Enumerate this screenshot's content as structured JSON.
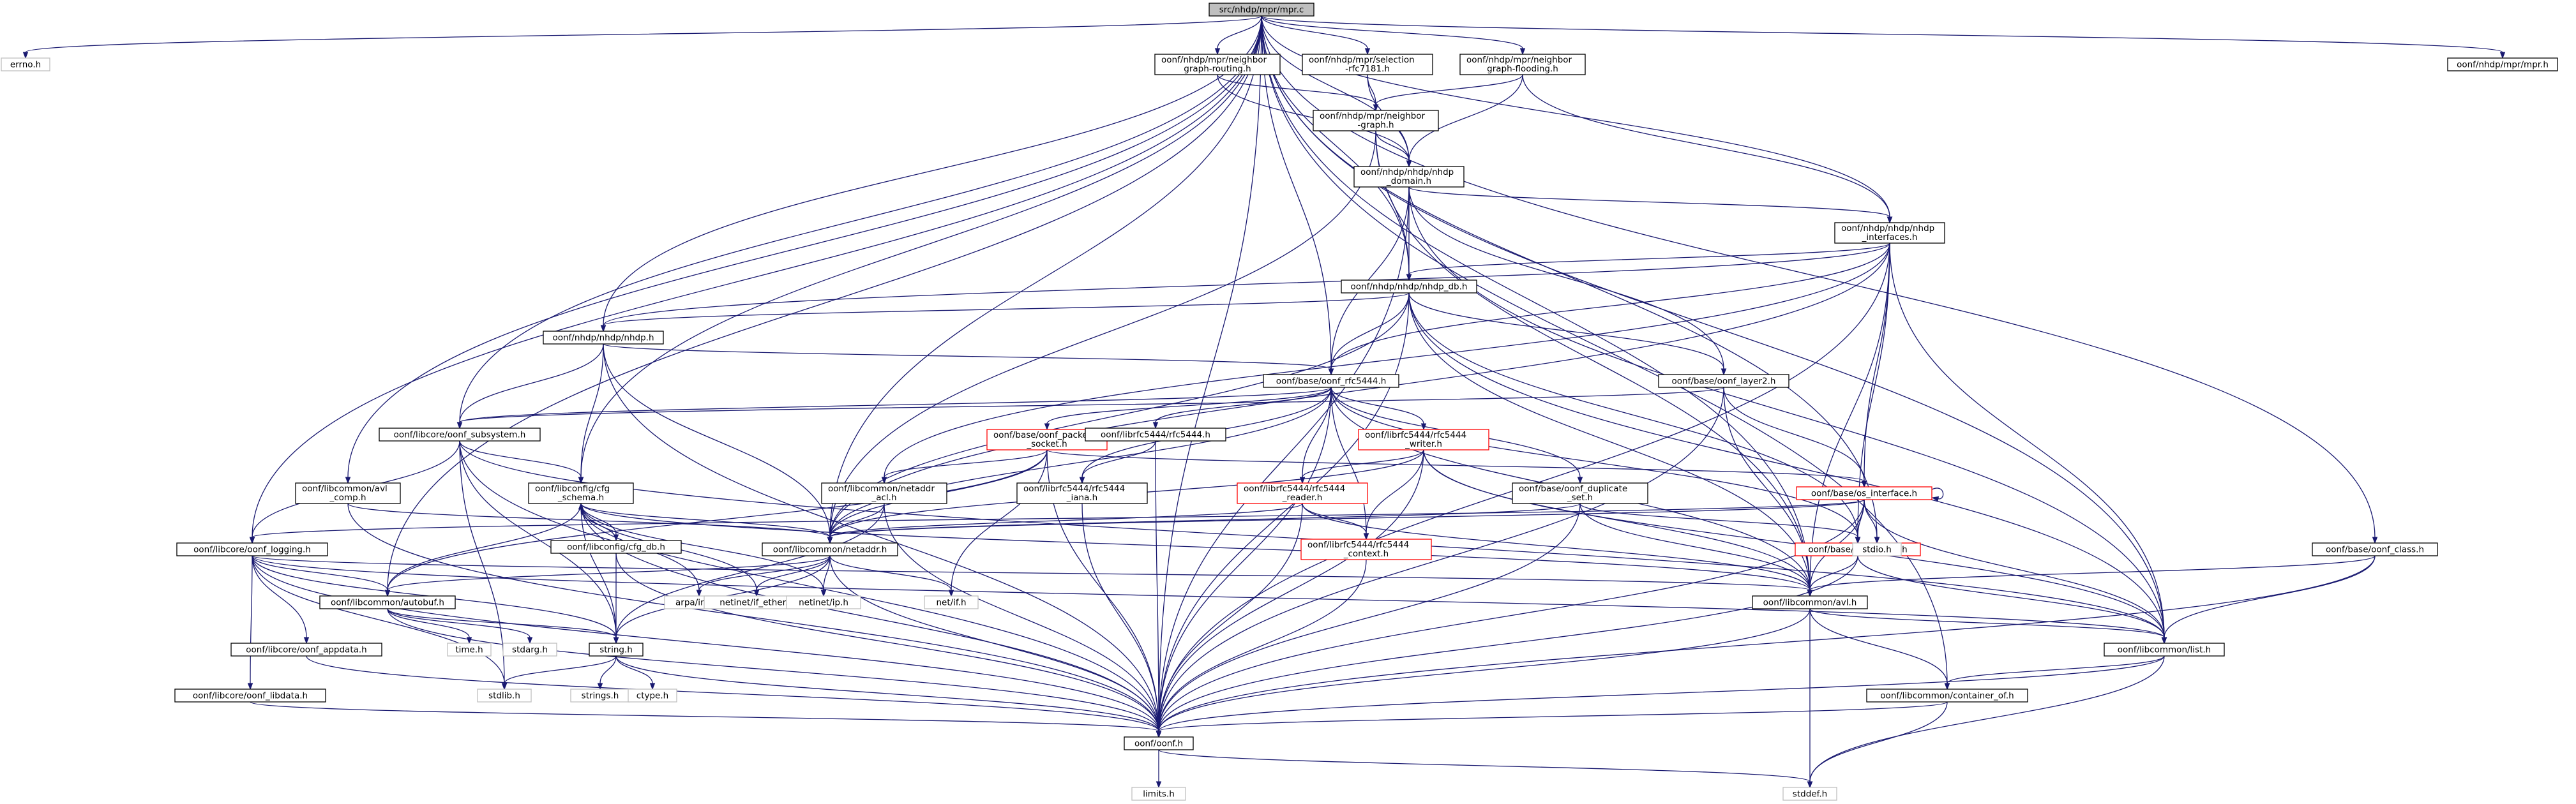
{
  "colors": {
    "edge": "#191970",
    "box_border": "#000000",
    "box_fill": "#ffffff",
    "root_fill": "#bfbfbf",
    "incomplete_border": "#ff0000",
    "system_border": "#bfbfbf"
  },
  "nodes": [
    {
      "id": "mpr_c",
      "label": [
        "src/nhdp/mpr/mpr.c"
      ],
      "kind": "root"
    },
    {
      "id": "errno",
      "label": [
        "errno.h"
      ],
      "kind": "system"
    },
    {
      "id": "nb_routing",
      "label": [
        "oonf/nhdp/mpr/neighbor",
        "graph-routing.h"
      ],
      "kind": "normal"
    },
    {
      "id": "sel_rfc",
      "label": [
        "oonf/nhdp/mpr/selection",
        "-rfc7181.h"
      ],
      "kind": "normal"
    },
    {
      "id": "nb_flooding",
      "label": [
        "oonf/nhdp/mpr/neighbor",
        "graph-flooding.h"
      ],
      "kind": "normal"
    },
    {
      "id": "mpr_h",
      "label": [
        "oonf/nhdp/mpr/mpr.h"
      ],
      "kind": "normal"
    },
    {
      "id": "nb_graph",
      "label": [
        "oonf/nhdp/mpr/neighbor",
        "-graph.h"
      ],
      "kind": "normal"
    },
    {
      "id": "nhdp_domain",
      "label": [
        "oonf/nhdp/nhdp/nhdp",
        "_domain.h"
      ],
      "kind": "normal"
    },
    {
      "id": "nhdp_interfaces",
      "label": [
        "oonf/nhdp/nhdp/nhdp",
        "_interfaces.h"
      ],
      "kind": "normal"
    },
    {
      "id": "nhdp_db",
      "label": [
        "oonf/nhdp/nhdp/nhdp_db.h"
      ],
      "kind": "normal"
    },
    {
      "id": "nhdp_h",
      "label": [
        "oonf/nhdp/nhdp/nhdp.h"
      ],
      "kind": "normal"
    },
    {
      "id": "conf_rfc5444",
      "label": [
        "oonf/base/oonf_rfc5444.h"
      ],
      "kind": "normal"
    },
    {
      "id": "conf_layer2",
      "label": [
        "oonf/base/oonf_layer2.h"
      ],
      "kind": "normal"
    },
    {
      "id": "conf_subsystem",
      "label": [
        "oonf/libcore/oonf_subsystem.h"
      ],
      "kind": "normal"
    },
    {
      "id": "conf_packet",
      "label": [
        "oonf/base/oonf_packet",
        "_socket.h"
      ],
      "kind": "incomplete"
    },
    {
      "id": "rfc5444_h",
      "label": [
        "oonf/librfc5444/rfc5444.h"
      ],
      "kind": "normal"
    },
    {
      "id": "rfc5444_writer",
      "label": [
        "oonf/librfc5444/rfc5444",
        "_writer.h"
      ],
      "kind": "incomplete"
    },
    {
      "id": "avl_comp",
      "label": [
        "oonf/libcommon/avl",
        "_comp.h"
      ],
      "kind": "normal"
    },
    {
      "id": "cfg_schema",
      "label": [
        "oonf/libconfig/cfg",
        "_schema.h"
      ],
      "kind": "normal"
    },
    {
      "id": "netaddr_acl",
      "label": [
        "oonf/libcommon/netaddr",
        "_acl.h"
      ],
      "kind": "normal"
    },
    {
      "id": "rfc5444_iana",
      "label": [
        "oonf/librfc5444/rfc5444",
        "_iana.h"
      ],
      "kind": "normal"
    },
    {
      "id": "rfc5444_reader",
      "label": [
        "oonf/librfc5444/rfc5444",
        "_reader.h"
      ],
      "kind": "incomplete"
    },
    {
      "id": "conf_duplicate",
      "label": [
        "oonf/base/oonf_duplicate",
        "_set.h"
      ],
      "kind": "normal"
    },
    {
      "id": "os_interface",
      "label": [
        "oonf/base/os_interface.h"
      ],
      "kind": "incomplete"
    },
    {
      "id": "cfg_db",
      "label": [
        "oonf/libconfig/cfg_db.h"
      ],
      "kind": "normal"
    },
    {
      "id": "conf_logging",
      "label": [
        "oonf/libcore/oonf_logging.h"
      ],
      "kind": "normal"
    },
    {
      "id": "netaddr_h",
      "label": [
        "oonf/libcommon/netaddr.h"
      ],
      "kind": "normal"
    },
    {
      "id": "rfc5444_context",
      "label": [
        "oonf/librfc5444/rfc5444",
        "_context.h"
      ],
      "kind": "incomplete"
    },
    {
      "id": "conf_timer",
      "label": [
        "oonf/base/oonf_timer.h"
      ],
      "kind": "incomplete"
    },
    {
      "id": "stdio",
      "label": [
        "stdio.h"
      ],
      "kind": "system"
    },
    {
      "id": "conf_class",
      "label": [
        "oonf/base/oonf_class.h"
      ],
      "kind": "normal"
    },
    {
      "id": "autobuf",
      "label": [
        "oonf/libcommon/autobuf.h"
      ],
      "kind": "normal"
    },
    {
      "id": "arpa_inet",
      "label": [
        "arpa/inet.h"
      ],
      "kind": "system"
    },
    {
      "id": "net_ether",
      "label": [
        "netinet/if_ether.h"
      ],
      "kind": "system"
    },
    {
      "id": "net_ip",
      "label": [
        "netinet/ip.h"
      ],
      "kind": "system"
    },
    {
      "id": "net_if",
      "label": [
        "net/if.h"
      ],
      "kind": "system"
    },
    {
      "id": "avl_h",
      "label": [
        "oonf/libcommon/avl.h"
      ],
      "kind": "normal"
    },
    {
      "id": "appdata",
      "label": [
        "oonf/libcore/oonf_appdata.h"
      ],
      "kind": "normal"
    },
    {
      "id": "time_h",
      "label": [
        "time.h"
      ],
      "kind": "system"
    },
    {
      "id": "stdarg",
      "label": [
        "stdarg.h"
      ],
      "kind": "system"
    },
    {
      "id": "string_h",
      "label": [
        "string.h"
      ],
      "kind": "normal"
    },
    {
      "id": "list_h",
      "label": [
        "oonf/libcommon/list.h"
      ],
      "kind": "normal"
    },
    {
      "id": "libdata",
      "label": [
        "oonf/libcore/oonf_libdata.h"
      ],
      "kind": "normal"
    },
    {
      "id": "stdlib",
      "label": [
        "stdlib.h"
      ],
      "kind": "system"
    },
    {
      "id": "strings_h",
      "label": [
        "strings.h"
      ],
      "kind": "system"
    },
    {
      "id": "ctype_h",
      "label": [
        "ctype.h"
      ],
      "kind": "system"
    },
    {
      "id": "container_of",
      "label": [
        "oonf/libcommon/container_of.h"
      ],
      "kind": "normal"
    },
    {
      "id": "oonf_h",
      "label": [
        "oonf/oonf.h"
      ],
      "kind": "normal"
    },
    {
      "id": "limits_h",
      "label": [
        "limits.h"
      ],
      "kind": "system"
    },
    {
      "id": "stddef_h",
      "label": [
        "stddef.h"
      ],
      "kind": "system"
    }
  ],
  "edges": [
    [
      "mpr_c",
      "errno"
    ],
    [
      "mpr_c",
      "nb_routing"
    ],
    [
      "mpr_c",
      "sel_rfc"
    ],
    [
      "mpr_c",
      "nb_flooding"
    ],
    [
      "mpr_c",
      "mpr_h"
    ],
    [
      "mpr_c",
      "nhdp_domain"
    ],
    [
      "mpr_c",
      "nhdp_interfaces"
    ],
    [
      "mpr_c",
      "nhdp_db"
    ],
    [
      "mpr_c",
      "nhdp_h"
    ],
    [
      "mpr_c",
      "conf_rfc5444"
    ],
    [
      "mpr_c",
      "conf_subsystem"
    ],
    [
      "mpr_c",
      "avl_comp"
    ],
    [
      "mpr_c",
      "cfg_schema"
    ],
    [
      "mpr_c",
      "conf_logging"
    ],
    [
      "mpr_c",
      "netaddr_h"
    ],
    [
      "mpr_c",
      "autobuf"
    ],
    [
      "mpr_c",
      "avl_h"
    ],
    [
      "mpr_c",
      "list_h"
    ],
    [
      "mpr_c",
      "container_of"
    ],
    [
      "mpr_c",
      "oonf_h"
    ],
    [
      "mpr_c",
      "conf_class"
    ],
    [
      "mpr_c",
      "stdio"
    ],
    [
      "nb_routing",
      "nb_graph"
    ],
    [
      "nb_routing",
      "nhdp_domain"
    ],
    [
      "sel_rfc",
      "nb_graph"
    ],
    [
      "sel_rfc",
      "nhdp_domain"
    ],
    [
      "nb_flooding",
      "nb_graph"
    ],
    [
      "nb_flooding",
      "nhdp_domain"
    ],
    [
      "nb_flooding",
      "nhdp_interfaces"
    ],
    [
      "nb_graph",
      "nhdp_domain"
    ],
    [
      "nb_graph",
      "nhdp_db"
    ],
    [
      "nb_graph",
      "netaddr_h"
    ],
    [
      "nb_graph",
      "avl_h"
    ],
    [
      "nhdp_domain",
      "nhdp_interfaces"
    ],
    [
      "nhdp_domain",
      "nhdp_db"
    ],
    [
      "nhdp_domain",
      "conf_rfc5444"
    ],
    [
      "nhdp_domain",
      "conf_layer2"
    ],
    [
      "nhdp_domain",
      "oonf_h"
    ],
    [
      "nhdp_domain",
      "list_h"
    ],
    [
      "nhdp_interfaces",
      "nhdp_db"
    ],
    [
      "nhdp_interfaces",
      "conf_rfc5444"
    ],
    [
      "nhdp_interfaces",
      "os_interface"
    ],
    [
      "nhdp_interfaces",
      "netaddr_acl"
    ],
    [
      "nhdp_interfaces",
      "netaddr_h"
    ],
    [
      "nhdp_interfaces",
      "conf_timer"
    ],
    [
      "nhdp_interfaces",
      "avl_h"
    ],
    [
      "nhdp_interfaces",
      "list_h"
    ],
    [
      "nhdp_interfaces",
      "oonf_h"
    ],
    [
      "nhdp_interfaces",
      "nhdp_h"
    ],
    [
      "nhdp_db",
      "nhdp_h"
    ],
    [
      "nhdp_db",
      "conf_rfc5444"
    ],
    [
      "nhdp_db",
      "conf_layer2"
    ],
    [
      "nhdp_db",
      "netaddr_h"
    ],
    [
      "nhdp_db",
      "conf_timer"
    ],
    [
      "nhdp_db",
      "avl_h"
    ],
    [
      "nhdp_db",
      "list_h"
    ],
    [
      "nhdp_db",
      "oonf_h"
    ],
    [
      "nhdp_h",
      "conf_rfc5444"
    ],
    [
      "nhdp_h",
      "conf_subsystem"
    ],
    [
      "nhdp_h",
      "cfg_schema"
    ],
    [
      "nhdp_h",
      "netaddr_h"
    ],
    [
      "nhdp_h",
      "oonf_h"
    ],
    [
      "conf_rfc5444",
      "conf_packet"
    ],
    [
      "conf_rfc5444",
      "rfc5444_h"
    ],
    [
      "conf_rfc5444",
      "rfc5444_writer"
    ],
    [
      "conf_rfc5444",
      "rfc5444_iana"
    ],
    [
      "conf_rfc5444",
      "rfc5444_reader"
    ],
    [
      "conf_rfc5444",
      "rfc5444_context"
    ],
    [
      "conf_rfc5444",
      "conf_duplicate"
    ],
    [
      "conf_rfc5444",
      "conf_timer"
    ],
    [
      "conf_rfc5444",
      "conf_subsystem"
    ],
    [
      "conf_rfc5444",
      "netaddr_h"
    ],
    [
      "conf_rfc5444",
      "avl_h"
    ],
    [
      "conf_rfc5444",
      "oonf_h"
    ],
    [
      "conf_layer2",
      "conf_subsystem"
    ],
    [
      "conf_layer2",
      "os_interface"
    ],
    [
      "conf_layer2",
      "avl_h"
    ],
    [
      "conf_layer2",
      "oonf_h"
    ],
    [
      "conf_subsystem",
      "cfg_schema"
    ],
    [
      "conf_subsystem",
      "conf_logging"
    ],
    [
      "conf_subsystem",
      "list_h"
    ],
    [
      "conf_subsystem",
      "string_h"
    ],
    [
      "conf_subsystem",
      "stdlib"
    ],
    [
      "conf_subsystem",
      "oonf_h"
    ],
    [
      "conf_packet",
      "netaddr_acl"
    ],
    [
      "conf_packet",
      "os_interface"
    ],
    [
      "conf_packet",
      "autobuf"
    ],
    [
      "conf_packet",
      "netaddr_h"
    ],
    [
      "conf_packet",
      "oonf_h"
    ],
    [
      "conf_packet",
      "net_if"
    ],
    [
      "rfc5444_h",
      "rfc5444_iana"
    ],
    [
      "rfc5444_h",
      "oonf_h"
    ],
    [
      "rfc5444_writer",
      "rfc5444_reader"
    ],
    [
      "rfc5444_writer",
      "rfc5444_context"
    ],
    [
      "rfc5444_writer",
      "avl_h"
    ],
    [
      "rfc5444_writer",
      "list_h"
    ],
    [
      "rfc5444_writer",
      "netaddr_h"
    ],
    [
      "rfc5444_writer",
      "oonf_h"
    ],
    [
      "avl_comp",
      "netaddr_h"
    ],
    [
      "avl_comp",
      "oonf_h"
    ],
    [
      "cfg_schema",
      "cfg_db"
    ],
    [
      "cfg_schema",
      "autobuf"
    ],
    [
      "cfg_schema",
      "netaddr_h"
    ],
    [
      "cfg_schema",
      "string_h"
    ],
    [
      "cfg_schema",
      "avl_h"
    ],
    [
      "cfg_schema",
      "arpa_inet"
    ],
    [
      "cfg_schema",
      "net_ether"
    ],
    [
      "cfg_schema",
      "net_ip"
    ],
    [
      "cfg_schema",
      "oonf_h"
    ],
    [
      "cfg_db",
      "cfg_schema"
    ],
    [
      "cfg_db",
      "string_h"
    ],
    [
      "cfg_db",
      "oonf_h"
    ],
    [
      "netaddr_acl",
      "netaddr_h"
    ],
    [
      "netaddr_acl",
      "string_h"
    ],
    [
      "netaddr_acl",
      "oonf_h"
    ],
    [
      "rfc5444_iana",
      "oonf_h"
    ],
    [
      "rfc5444_reader",
      "rfc5444_context"
    ],
    [
      "rfc5444_reader",
      "avl_h"
    ],
    [
      "rfc5444_reader",
      "netaddr_h"
    ],
    [
      "rfc5444_reader",
      "oonf_h"
    ],
    [
      "conf_duplicate",
      "conf_timer"
    ],
    [
      "conf_duplicate",
      "avl_h"
    ],
    [
      "conf_duplicate",
      "netaddr_h"
    ],
    [
      "conf_duplicate",
      "oonf_h"
    ],
    [
      "os_interface",
      "os_interface"
    ],
    [
      "os_interface",
      "conf_timer"
    ],
    [
      "os_interface",
      "netaddr_h"
    ],
    [
      "os_interface",
      "avl_h"
    ],
    [
      "os_interface",
      "list_h"
    ],
    [
      "os_interface",
      "conf_logging"
    ],
    [
      "os_interface",
      "stdio"
    ],
    [
      "os_interface",
      "oonf_h"
    ],
    [
      "conf_logging",
      "autobuf"
    ],
    [
      "conf_logging",
      "appdata"
    ],
    [
      "conf_logging",
      "libdata"
    ],
    [
      "conf_logging",
      "list_h"
    ],
    [
      "conf_logging",
      "avl_h"
    ],
    [
      "conf_logging",
      "string_h"
    ],
    [
      "conf_logging",
      "stdlib"
    ],
    [
      "conf_logging",
      "oonf_h"
    ],
    [
      "netaddr_h",
      "autobuf"
    ],
    [
      "netaddr_h",
      "arpa_inet"
    ],
    [
      "netaddr_h",
      "net_ether"
    ],
    [
      "netaddr_h",
      "net_ip"
    ],
    [
      "netaddr_h",
      "net_if"
    ],
    [
      "netaddr_h",
      "string_h"
    ],
    [
      "netaddr_h",
      "oonf_h"
    ],
    [
      "rfc5444_context",
      "oonf_h"
    ],
    [
      "conf_timer",
      "avl_h"
    ],
    [
      "conf_timer",
      "list_h"
    ],
    [
      "conf_timer",
      "oonf_h"
    ],
    [
      "conf_class",
      "avl_h"
    ],
    [
      "conf_class",
      "list_h"
    ],
    [
      "conf_class",
      "oonf_h"
    ],
    [
      "autobuf",
      "time_h"
    ],
    [
      "autobuf",
      "stdarg"
    ],
    [
      "autobuf",
      "string_h"
    ],
    [
      "autobuf",
      "oonf_h"
    ],
    [
      "avl_h",
      "list_h"
    ],
    [
      "avl_h",
      "container_of"
    ],
    [
      "avl_h",
      "oonf_h"
    ],
    [
      "avl_h",
      "stddef_h"
    ],
    [
      "appdata",
      "oonf_h"
    ],
    [
      "string_h",
      "strings_h"
    ],
    [
      "string_h",
      "ctype_h"
    ],
    [
      "string_h",
      "stdlib"
    ],
    [
      "string_h",
      "oonf_h"
    ],
    [
      "list_h",
      "container_of"
    ],
    [
      "list_h",
      "oonf_h"
    ],
    [
      "list_h",
      "stddef_h"
    ],
    [
      "libdata",
      "oonf_h"
    ],
    [
      "container_of",
      "oonf_h"
    ],
    [
      "container_of",
      "stddef_h"
    ],
    [
      "oonf_h",
      "limits_h"
    ],
    [
      "oonf_h",
      "stddef_h"
    ]
  ]
}
